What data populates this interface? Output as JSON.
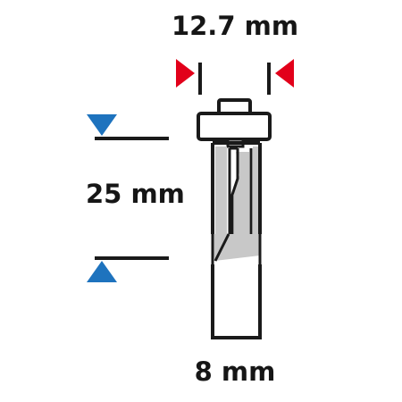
{
  "labels": {
    "diameter_top": "12.7 mm",
    "length": "25 mm",
    "shank_diameter": "8 mm"
  },
  "colors": {
    "outline": "#1a1a1a",
    "shading": "#c8c8c8",
    "arrow_red": "#e2001a",
    "arrow_blue": "#1e73be",
    "background": "#ffffff"
  },
  "icons": {
    "diameter_markers": "triangle-arrow-red",
    "length_markers": "triangle-arrow-blue"
  }
}
